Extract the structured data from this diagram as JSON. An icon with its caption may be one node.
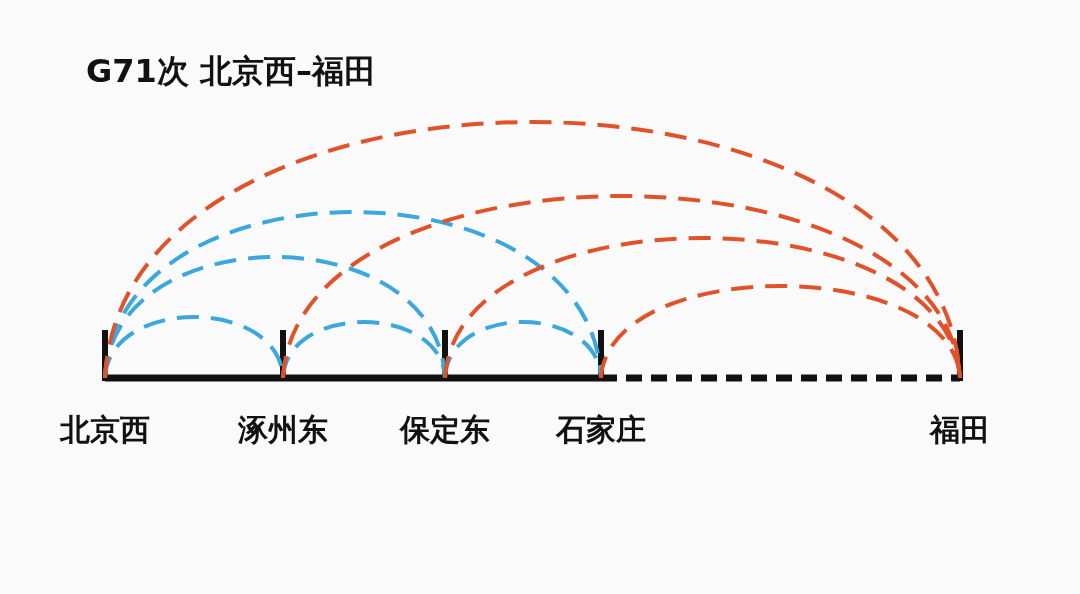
{
  "diagram": {
    "title": "G71次 北京西–福田",
    "nodes": [
      {
        "text": [
          "北京西"
        ]
      },
      {
        "text": [
          "涿州东"
        ]
      },
      {
        "text": [
          "保定东"
        ]
      },
      {
        "text": [
          "石家庄"
        ]
      },
      {
        "text": [
          "福田"
        ]
      }
    ],
    "edges": [
      {
        "from": 0,
        "to": 1,
        "arrow": "none",
        "style": "dashed",
        "color": "#3ba7de"
      },
      {
        "from": 0,
        "to": 2,
        "arrow": "none",
        "style": "dashed",
        "color": "#3ba7de"
      },
      {
        "from": 0,
        "to": 3,
        "arrow": "none",
        "style": "dashed",
        "color": "#3ba7de"
      },
      {
        "from": 1,
        "to": 2,
        "arrow": "none",
        "style": "dashed",
        "color": "#3ba7de"
      },
      {
        "from": 2,
        "to": 3,
        "arrow": "none",
        "style": "dashed",
        "color": "#3ba7de"
      },
      {
        "from": 0,
        "to": 4,
        "arrow": "none",
        "style": "dashed",
        "color": "#e0522a"
      },
      {
        "from": 1,
        "to": 4,
        "arrow": "none",
        "style": "dashed",
        "color": "#e0522a"
      },
      {
        "from": 2,
        "to": 4,
        "arrow": "none",
        "style": "dashed",
        "color": "#e0522a"
      },
      {
        "from": 3,
        "to": 4,
        "arrow": "none",
        "style": "dashed",
        "color": "#e0522a"
      }
    ]
  }
}
